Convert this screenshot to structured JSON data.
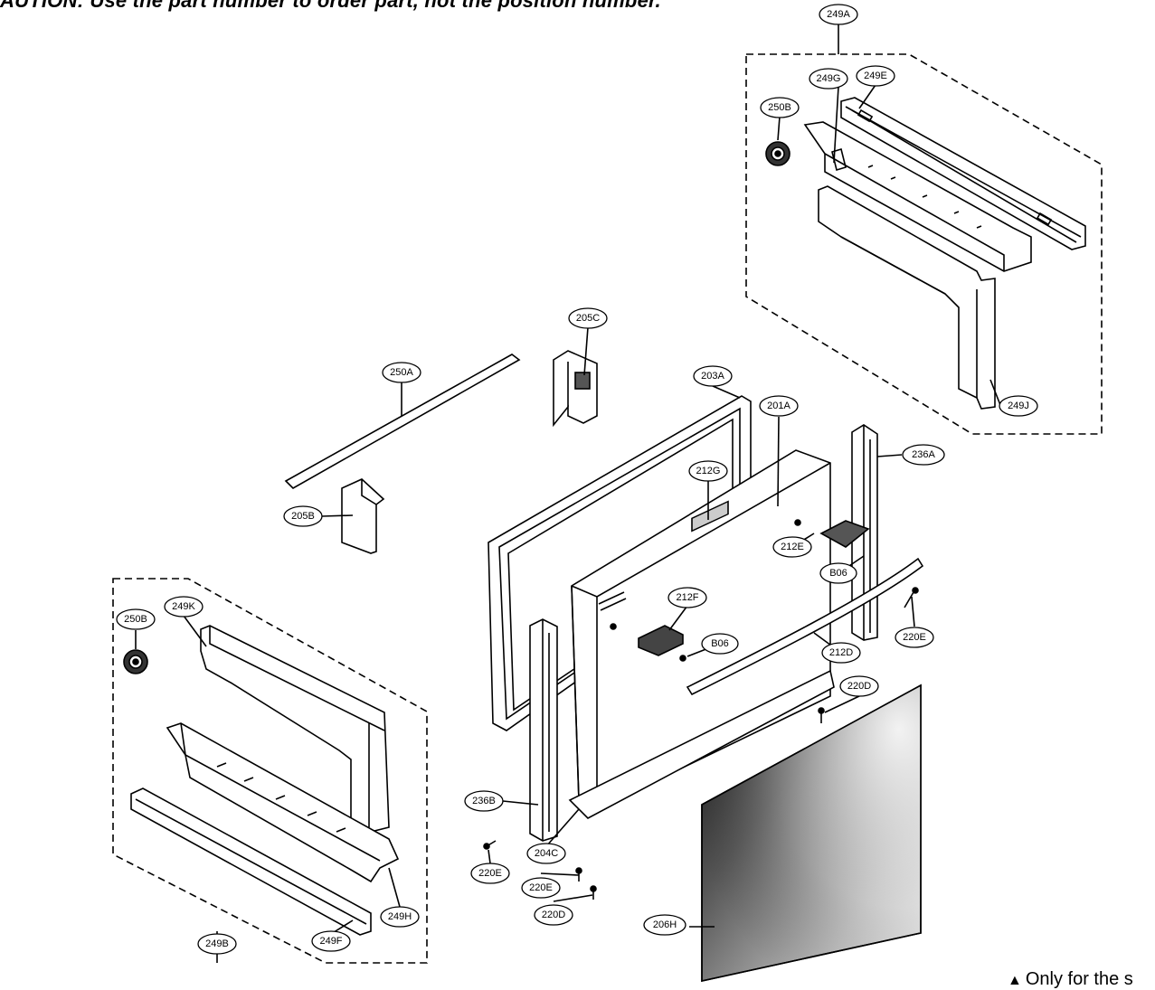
{
  "header": {
    "caution": "AUTION: Use the part number to order part, not the position number."
  },
  "footer": {
    "marker": "▲",
    "note": "Only for the s"
  },
  "labels": {
    "p249A": "249A",
    "p249G": "249G",
    "p249E": "249E",
    "p250B_top": "250B",
    "p249J": "249J",
    "p205C": "205C",
    "p250A": "250A",
    "p203A": "203A",
    "p201A": "201A",
    "p236A": "236A",
    "p212G": "212G",
    "p205B": "205B",
    "p212E": "212E",
    "pB06_right": "B06",
    "p212F": "212F",
    "pB06_mid": "B06",
    "p220E_right": "220E",
    "p212D": "212D",
    "p220D_right": "220D",
    "p250B_left": "250B",
    "p249K": "249K",
    "p236B": "236B",
    "p204C": "204C",
    "p220E_left": "220E",
    "p220E_bottom": "220E",
    "p220D_bottom": "220D",
    "p206H": "206H",
    "p249H": "249H",
    "p249B": "249B",
    "p249F": "249F"
  }
}
